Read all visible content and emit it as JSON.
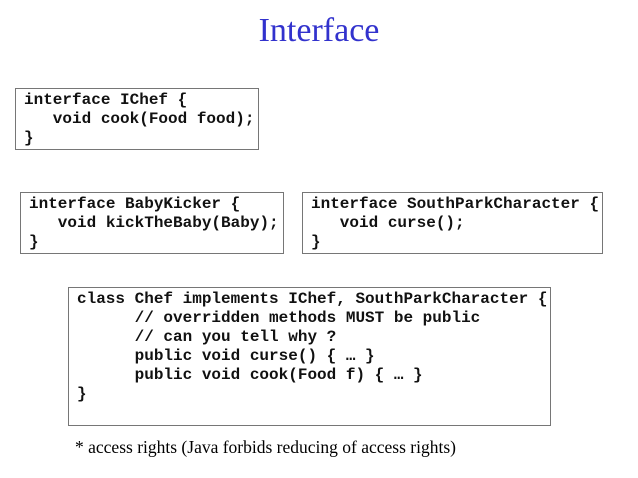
{
  "slide": {
    "title": "Interface",
    "title_color": "#3232cd",
    "background_color": "#ffffff",
    "code_border_color": "#767676",
    "code_text_color": "#111111"
  },
  "code_boxes": [
    {
      "name": "ichef-interface",
      "code": "interface IChef {\n   void cook(Food food);\n}"
    },
    {
      "name": "babykicker-interface",
      "code": "interface BabyKicker {\n   void kickTheBaby(Baby);\n}"
    },
    {
      "name": "southparkcharacter-interface",
      "code": "interface SouthParkCharacter {\n   void curse();\n}"
    },
    {
      "name": "chef-class",
      "code": "class Chef implements IChef, SouthParkCharacter {\n      // overridden methods MUST be public\n      // can you tell why ?\n      public void curse() { … }\n      public void cook(Food f) { … }\n}"
    }
  ],
  "footnote": "* access rights (Java forbids reducing of access rights)"
}
